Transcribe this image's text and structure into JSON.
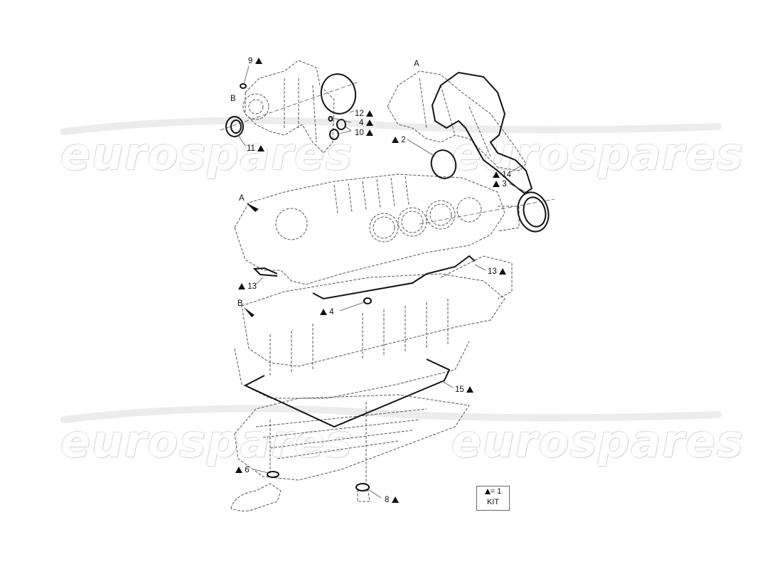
{
  "diagram": {
    "type": "exploded-parts-diagram",
    "subject": "engine gasket kit",
    "watermark": "eurospares",
    "colors": {
      "line": "#111111",
      "dashed": "#555555",
      "watermark": "#dddddd",
      "background": "#ffffff"
    }
  },
  "components": {
    "A_upper": {
      "letter": "A"
    },
    "B_upper": {
      "letter": "B"
    },
    "A_block": {
      "letter": "A"
    },
    "B_block": {
      "letter": "B"
    }
  },
  "callouts": [
    {
      "id": "c9",
      "number": "9",
      "kit": true,
      "side": "right"
    },
    {
      "id": "c12",
      "number": "12",
      "kit": true,
      "side": "right"
    },
    {
      "id": "c4a",
      "number": "4",
      "kit": true,
      "side": "right"
    },
    {
      "id": "c10",
      "number": "10",
      "kit": true,
      "side": "right"
    },
    {
      "id": "c11",
      "number": "11",
      "kit": true,
      "side": "right"
    },
    {
      "id": "c2",
      "number": "2",
      "kit": true,
      "side": "left"
    },
    {
      "id": "c14",
      "number": "14",
      "kit": true,
      "side": "left"
    },
    {
      "id": "c3",
      "number": "3",
      "kit": true,
      "side": "left"
    },
    {
      "id": "c13a",
      "number": "13",
      "kit": true,
      "side": "right"
    },
    {
      "id": "c13b",
      "number": "13",
      "kit": true,
      "side": "left"
    },
    {
      "id": "c4b",
      "number": "4",
      "kit": true,
      "side": "left"
    },
    {
      "id": "c15",
      "number": "15",
      "kit": true,
      "side": "right"
    },
    {
      "id": "c6",
      "number": "6",
      "kit": true,
      "side": "left"
    },
    {
      "id": "c8",
      "number": "8",
      "kit": true,
      "side": "right"
    }
  ],
  "legend": {
    "symbol_text": "= 1",
    "kit_text": "KIT"
  }
}
